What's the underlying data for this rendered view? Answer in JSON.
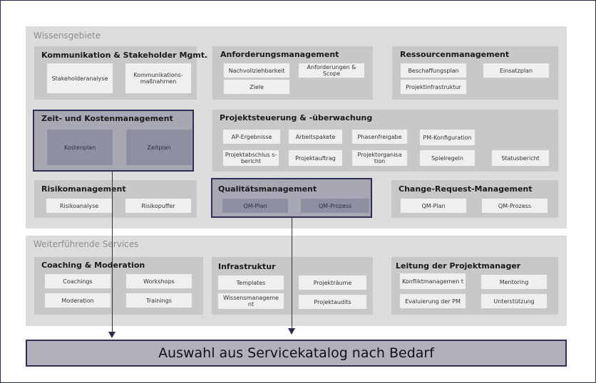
{
  "wissensgebiete": {
    "title": "Wissensgebiete",
    "groups": [
      {
        "title": "Kommunikation & Stakeholder Mgmt.",
        "items": [
          "Stakeholderanalyse",
          "Kommunikations-maßnahmen"
        ]
      },
      {
        "title": "Anforderungsmanagement",
        "items": [
          "Nachvollziehbarkeit",
          "Anforderungen & Scope",
          "Ziele"
        ]
      },
      {
        "title": "Ressourcenmanagement",
        "items": [
          "Beschaffungsplan",
          "Einsatzplan",
          "Projektinfrastruktur"
        ]
      },
      {
        "title": "Zeit- und Kostenmanagement",
        "items": [
          "Kostenplan",
          "Zeitplan"
        ]
      },
      {
        "title": "Projektsteuerung & -überwachung",
        "items": [
          "AP-Ergebnisse",
          "Arbeitspakete",
          "Phasenfreigabe",
          "PM-Konfiguration",
          "Projektabschlus s-bericht",
          "Projektauftrag",
          "Projektorganisa tion",
          "Spielregeln",
          "Statusbericht"
        ]
      },
      {
        "title": "Risikomanagement",
        "items": [
          "Risikoanalyse",
          "Risikopuffer"
        ]
      },
      {
        "title": "Qualitätsmanagement",
        "items": [
          "QM-Plan",
          "QM-Prozess"
        ]
      },
      {
        "title": "Change-Request-Management",
        "items": [
          "QM-Plan",
          "QM-Prozess"
        ]
      }
    ]
  },
  "services": {
    "title": "Weiterführende Services",
    "groups": [
      {
        "title": "Coaching & Moderation",
        "items": [
          "Coachings",
          "Workshops",
          "Moderation",
          "Trainings"
        ]
      },
      {
        "title": "Infrastruktur",
        "items": [
          "Templates",
          "Projekträume",
          "Wissensmanageme nt",
          "Projektaudits"
        ]
      },
      {
        "title": "Leitung der Projektmanager",
        "items": [
          "Konfliktmanagemen t",
          "Mentoring",
          "Evaluierung der PM",
          "Unterstützung"
        ]
      }
    ]
  },
  "bottom_bar": {
    "label": "Auswahl aus Servicekatalog nach Bedarf"
  },
  "colors": {
    "highlight_border": "#2e2e55",
    "highlight_fill": "#a8a8b5",
    "group_fill": "#c8c8c8",
    "section_fill": "#dcdcdc"
  }
}
